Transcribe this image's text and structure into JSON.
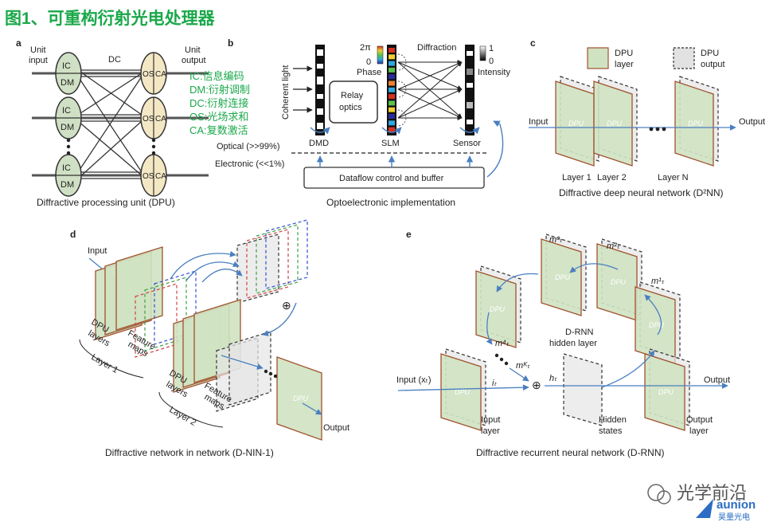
{
  "title": "图1、可重构衍射光电处理器",
  "panel_a": {
    "letter": "a",
    "unit_input_1": "Unit",
    "unit_input_2": "input",
    "unit_output_1": "Unit",
    "unit_output_2": "output",
    "dc": "DC",
    "ic": "IC",
    "dm": "DM",
    "os": "OS",
    "ca": "CA",
    "caption": "Diffractive processing unit (DPU)",
    "legend": [
      "IC:信息编码",
      "DM:衍射调制",
      "DC:衍射连接",
      "OS:光场求和",
      "CA:复数激活"
    ]
  },
  "panel_b": {
    "letter": "b",
    "coherent_light": "Coherent light",
    "relay_1": "Relay",
    "relay_2": "optics",
    "two_pi": "2π",
    "zero": "0",
    "phase": "Phase",
    "diffraction": "Diffraction",
    "one": "1",
    "intensity_zero": "0",
    "intensity": "Intensity",
    "dmd": "DMD",
    "slm": "SLM",
    "sensor": "Sensor",
    "optical": "Optical (>>99%)",
    "electronic": "Electronic (<<1%)",
    "dataflow": "Dataflow control and buffer",
    "caption": "Optoelectronic implementation"
  },
  "panel_c": {
    "letter": "c",
    "dpu_layer_1": "DPU",
    "dpu_layer_2": "layer",
    "dpu_output_1": "DPU",
    "dpu_output_2": "output",
    "input": "Input",
    "output": "Output",
    "layer1": "Layer 1",
    "layer2": "Layer 2",
    "layerN": "Layer N",
    "dpu_tag": "DPU",
    "caption": "Diffractive deep neural network (D²NN)"
  },
  "panel_d": {
    "letter": "d",
    "input": "Input",
    "dpu_layers_1": "DPU",
    "dpu_layers_2": "layers",
    "feature_maps_1": "Feature",
    "feature_maps_2": "maps",
    "layer1": "Layer 1",
    "layer2": "Layer 2",
    "output": "Output",
    "plus": "⊕",
    "dpu_tag": "DPU",
    "caption": "Diffractive network in network (D-NIN-1)"
  },
  "panel_e": {
    "letter": "e",
    "m3": "m³ₜ",
    "m2": "m²ₜ",
    "m1": "m¹ₜ",
    "m4": "m⁴ₜ",
    "mk": "mᴷₜ",
    "drnn_1": "D-RNN",
    "drnn_2": "hidden layer",
    "input": "Input (xₜ)",
    "it": "iₜ",
    "ht": "hₜ",
    "plus": "⊕",
    "output": "Output",
    "input_layer_1": "Input",
    "input_layer_2": "layer",
    "hidden_1": "Hidden",
    "hidden_2": "states",
    "output_layer_1": "Output",
    "output_layer_2": "layer",
    "dpu_tag": "DPU",
    "caption": "Diffractive recurrent neural network (D-RNN)"
  },
  "watermark": {
    "text1": "光学前沿",
    "text2": "aunion",
    "text3": "昊量光电"
  },
  "colors": {
    "title": "#1aa84a",
    "dpu_fill": "#cfe2c2",
    "dpu_edge": "#a0522d",
    "arrow": "#4a7fc0",
    "ic_fill": "#cfe0c4",
    "os_fill": "#f4e7c4"
  }
}
